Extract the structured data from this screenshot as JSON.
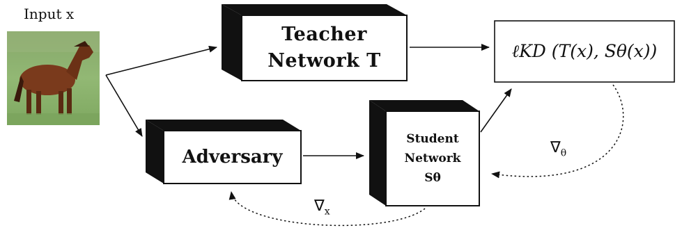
{
  "input": {
    "label": "Input x"
  },
  "teacher": {
    "line1": "Teacher",
    "line2": "Network T"
  },
  "adversary": {
    "label": "Adversary"
  },
  "student": {
    "line1": "Student",
    "line2": "Network",
    "line3": "Sθ"
  },
  "loss": {
    "text": "ℓKD (T(x), Sθ(x))"
  },
  "gradients": {
    "theta": {
      "symbol": "∇",
      "sub": "θ"
    },
    "x": {
      "symbol": "∇",
      "sub": "x"
    }
  }
}
